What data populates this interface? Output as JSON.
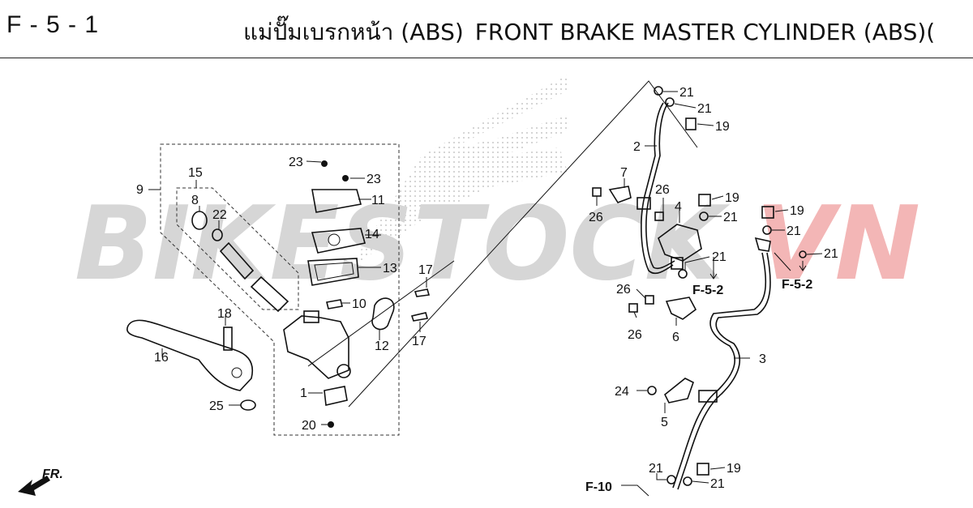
{
  "header": {
    "section_code": "F - 5 - 1",
    "title_th": "แม่ปั๊มเบรกหน้า (ABS)",
    "title_en": "FRONT BRAKE MASTER CYLINDER (ABS)("
  },
  "watermark": {
    "text_grey": "BIKESTOCK",
    "text_red": "VN",
    "color_grey": "#d6d6d6",
    "color_red": "#f3b6b6"
  },
  "direction_arrow": {
    "label": "FR."
  },
  "references": {
    "f52_a": "F-5-2",
    "f52_b": "F-5-2",
    "f10": "F-10"
  },
  "callouts": {
    "c1": "1",
    "c2": "2",
    "c3": "3",
    "c4": "4",
    "c5": "5",
    "c6": "6",
    "c7": "7",
    "c8": "8",
    "c9": "9",
    "c10": "10",
    "c11": "11",
    "c12": "12",
    "c13": "13",
    "c14": "14",
    "c15": "15",
    "c16": "16",
    "c17a": "17",
    "c17b": "17",
    "c18": "18",
    "c19a": "19",
    "c19b": "19",
    "c19c": "19",
    "c19d": "19",
    "c20": "20",
    "c21a": "21",
    "c21b": "21",
    "c21c": "21",
    "c21d": "21",
    "c21e": "21",
    "c21f": "21",
    "c21g": "21",
    "c21h": "21",
    "c22": "22",
    "c23a": "23",
    "c23b": "23",
    "c24": "24",
    "c25": "25",
    "c26a": "26",
    "c26b": "26",
    "c26c": "26",
    "c26d": "26"
  }
}
